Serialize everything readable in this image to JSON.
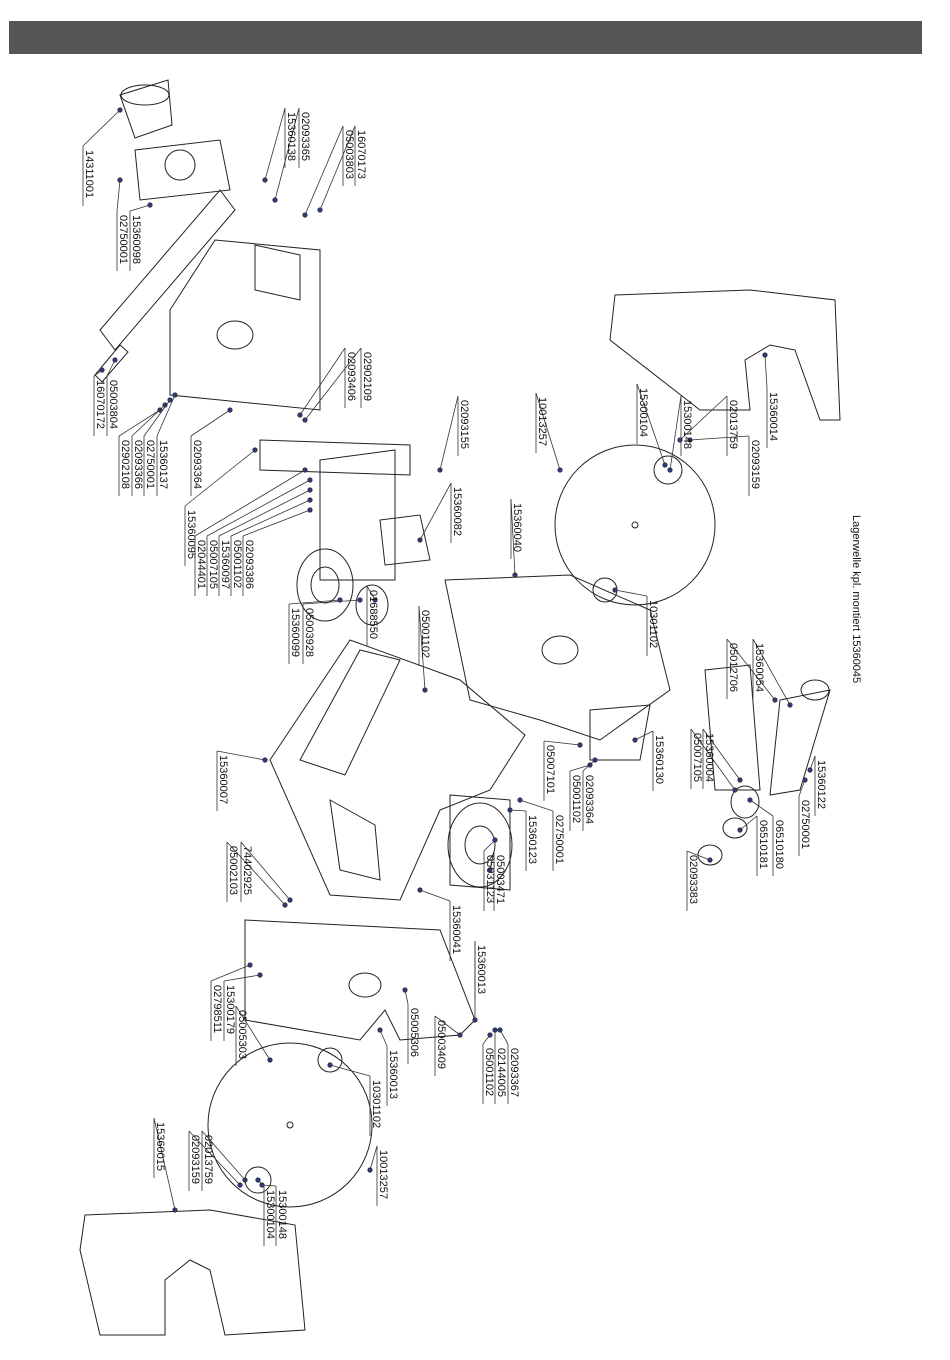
{
  "header": {
    "title": ""
  },
  "labels": [
    "14311001",
    "02750001",
    "15360098",
    "15360138",
    "02093365",
    "05003803",
    "16070173",
    "02902109",
    "02093406",
    "16070172",
    "05003804",
    "02902108",
    "02093366",
    "02750001",
    "15360137",
    "02093364",
    "02093155",
    "15360082",
    "15360095",
    "02044401",
    "05007105",
    "15360097",
    "05001102",
    "02093386",
    "01688550",
    "05003928",
    "15360099",
    "05001102",
    "15360040",
    "10013257",
    "15300104",
    "02013759",
    "15300148",
    "02093159",
    "15360014",
    "10301102",
    "05012706",
    "15360054",
    "15360004",
    "05007105",
    "15360122",
    "02750001",
    "06510180",
    "06510181",
    "02093383",
    "15360130",
    "05007101",
    "05001102",
    "02093364",
    "15360123",
    "02750001",
    "05031123",
    "05003471",
    "15360041",
    "15360013",
    "15360007",
    "05002103",
    "74402925",
    "02798511",
    "15300179",
    "05005303",
    "05005306",
    "05003409",
    "05001102",
    "02144005",
    "02093367",
    "10301102",
    "15360013",
    "10013257",
    "15360015",
    "02093159",
    "02013759",
    "15300104",
    "15300148"
  ],
  "assembly_label": "Lagerwelle kpl. montiert 15360045"
}
